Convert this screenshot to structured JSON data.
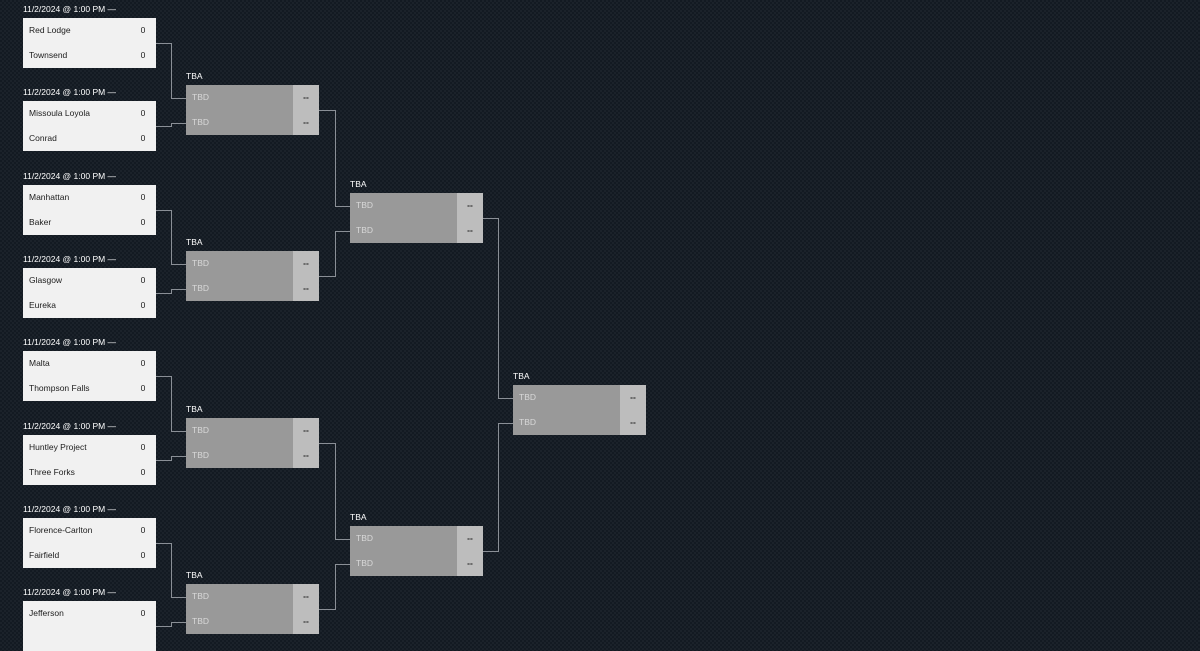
{
  "rounds": [
    {
      "matches": [
        {
          "label": "11/2/2024 @ 1:00 PM —",
          "teams": [
            {
              "name": "Red Lodge",
              "score": "0"
            },
            {
              "name": "Townsend",
              "score": "0"
            }
          ]
        },
        {
          "label": "11/2/2024 @ 1:00 PM —",
          "teams": [
            {
              "name": "Missoula Loyola",
              "score": "0"
            },
            {
              "name": "Conrad",
              "score": "0"
            }
          ]
        },
        {
          "label": "11/2/2024 @ 1:00 PM —",
          "teams": [
            {
              "name": "Manhattan",
              "score": "0"
            },
            {
              "name": "Baker",
              "score": "0"
            }
          ]
        },
        {
          "label": "11/2/2024 @ 1:00 PM —",
          "teams": [
            {
              "name": "Glasgow",
              "score": "0"
            },
            {
              "name": "Eureka",
              "score": "0"
            }
          ]
        },
        {
          "label": "11/1/2024 @ 1:00 PM —",
          "teams": [
            {
              "name": "Malta",
              "score": "0"
            },
            {
              "name": "Thompson Falls",
              "score": "0"
            }
          ]
        },
        {
          "label": "11/2/2024 @ 1:00 PM —",
          "teams": [
            {
              "name": "Huntley Project",
              "score": "0"
            },
            {
              "name": "Three Forks",
              "score": "0"
            }
          ]
        },
        {
          "label": "11/2/2024 @ 1:00 PM —",
          "teams": [
            {
              "name": "Florence-Carlton",
              "score": "0"
            },
            {
              "name": "Fairfield",
              "score": "0"
            }
          ]
        },
        {
          "label": "11/2/2024 @ 1:00 PM —",
          "teams": [
            {
              "name": "Jefferson",
              "score": "0"
            },
            {
              "name": "",
              "score": ""
            }
          ]
        }
      ]
    },
    {
      "matches": [
        {
          "label": "TBA",
          "teams": [
            {
              "name": "TBD",
              "score": "--"
            },
            {
              "name": "TBD",
              "score": "--"
            }
          ]
        },
        {
          "label": "TBA",
          "teams": [
            {
              "name": "TBD",
              "score": "--"
            },
            {
              "name": "TBD",
              "score": "--"
            }
          ]
        },
        {
          "label": "TBA",
          "teams": [
            {
              "name": "TBD",
              "score": "--"
            },
            {
              "name": "TBD",
              "score": "--"
            }
          ]
        },
        {
          "label": "TBA",
          "teams": [
            {
              "name": "TBD",
              "score": "--"
            },
            {
              "name": "TBD",
              "score": "--"
            }
          ]
        }
      ]
    },
    {
      "matches": [
        {
          "label": "TBA",
          "teams": [
            {
              "name": "TBD",
              "score": "--"
            },
            {
              "name": "TBD",
              "score": "--"
            }
          ]
        },
        {
          "label": "TBA",
          "teams": [
            {
              "name": "TBD",
              "score": "--"
            },
            {
              "name": "TBD",
              "score": "--"
            }
          ]
        }
      ]
    },
    {
      "matches": [
        {
          "label": "TBA",
          "teams": [
            {
              "name": "TBD",
              "score": "--"
            },
            {
              "name": "TBD",
              "score": "--"
            }
          ]
        }
      ]
    }
  ],
  "colors": {
    "background": "#131a22",
    "known_match_bg": "#f1f1f1",
    "tbd_match_bg": "#999999",
    "tbd_score_bg": "#bdbdbd",
    "connector": "#8a8f96"
  }
}
